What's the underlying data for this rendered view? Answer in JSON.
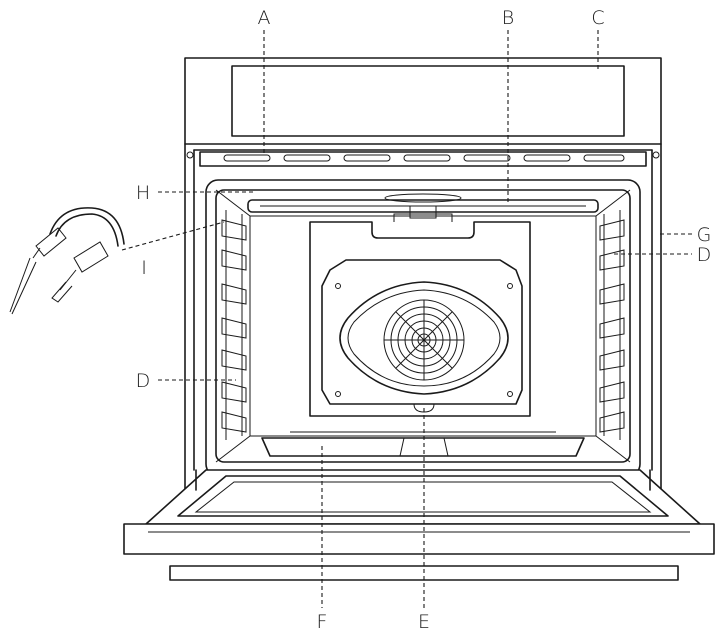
{
  "callouts": {
    "A": "A",
    "B": "B",
    "C": "C",
    "D_left": "D",
    "D_right": "D",
    "E": "E",
    "F": "F",
    "G": "G",
    "H": "H",
    "I": "I"
  }
}
